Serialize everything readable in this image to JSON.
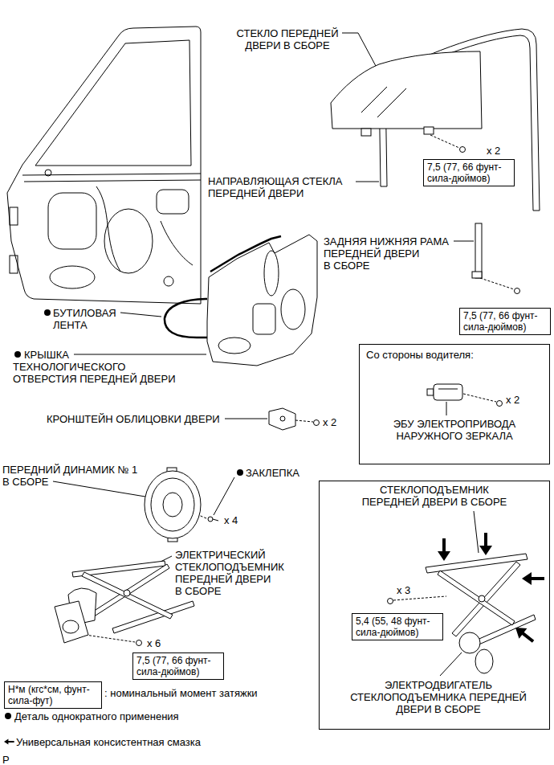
{
  "diagram": {
    "nodes": [
      {
        "text": [
          "7,5 (77, 66 фунт-сила-дюймов)"
        ]
      },
      {
        "text": [
          "7,5 (77, 66 фунт-сила-дюймов)"
        ]
      },
      {
        "text": [
          "Со стороны водителя:",
          "x 2",
          "ЭБУ ЭЛЕКТРОПРИВОДА НАРУЖНОГО ЗЕРКАЛА"
        ]
      },
      {
        "text": [
          "СТЕКЛОПОДЪЕМНИК ПЕРЕДНЕЙ ДВЕРИ В СБОРЕ",
          "x 3",
          "ЭЛЕКТРОДВИГАТЕЛЬ СТЕКЛОПОДЪЕМНИКА ПЕРЕДНЕЙ ДВЕРИ В СБОРЕ"
        ]
      },
      {
        "text": [
          "5,4 (55, 48 фунт-сила-дюймов)"
        ],
        "in": 3
      },
      {
        "text": [
          "7,5 (77, 66 фунт-сила-дюймов)"
        ]
      },
      {
        "text": [
          "Н*м (кгс*см, фунт-сила-фут)"
        ]
      }
    ],
    "labels": [
      "СТЕКЛО ПЕРЕДНЕЙ ДВЕРИ В СБОРЕ",
      "x 2",
      "НАПРАВЛЯЮЩАЯ СТЕКЛА ПЕРЕДНЕЙ ДВЕРИ",
      "ЗАДНЯЯ НИЖНЯЯ РАМА ПЕРЕДНЕЙ ДВЕРИ В СБОРЕ",
      "БУТИЛОВАЯ ЛЕНТА",
      "КРЫШКА ТЕХНОЛОГИЧЕСКОГО ОТВЕРСТИЯ ПЕРЕДНЕЙ ДВЕРИ",
      "КРОНШТЕЙН ОБЛИЦОВКИ ДВЕРИ",
      "x 2",
      "ПЕРЕДНИЙ ДИНАМИК № 1 В СБОРЕ",
      "ЗАКЛЕПКА",
      "x 4",
      "ЭЛЕКТРИЧЕСКИЙ СТЕКЛОПОДЪЕМНИК ПЕРЕДНЕЙ ДВЕРИ В СБОРЕ",
      "x 6",
      "P"
    ],
    "legend": [
      {
        "text": ": номинальный момент затяжки"
      },
      {
        "text": "Деталь однократного применения"
      },
      {
        "text": "Универсальная консистентная смазка"
      }
    ]
  }
}
